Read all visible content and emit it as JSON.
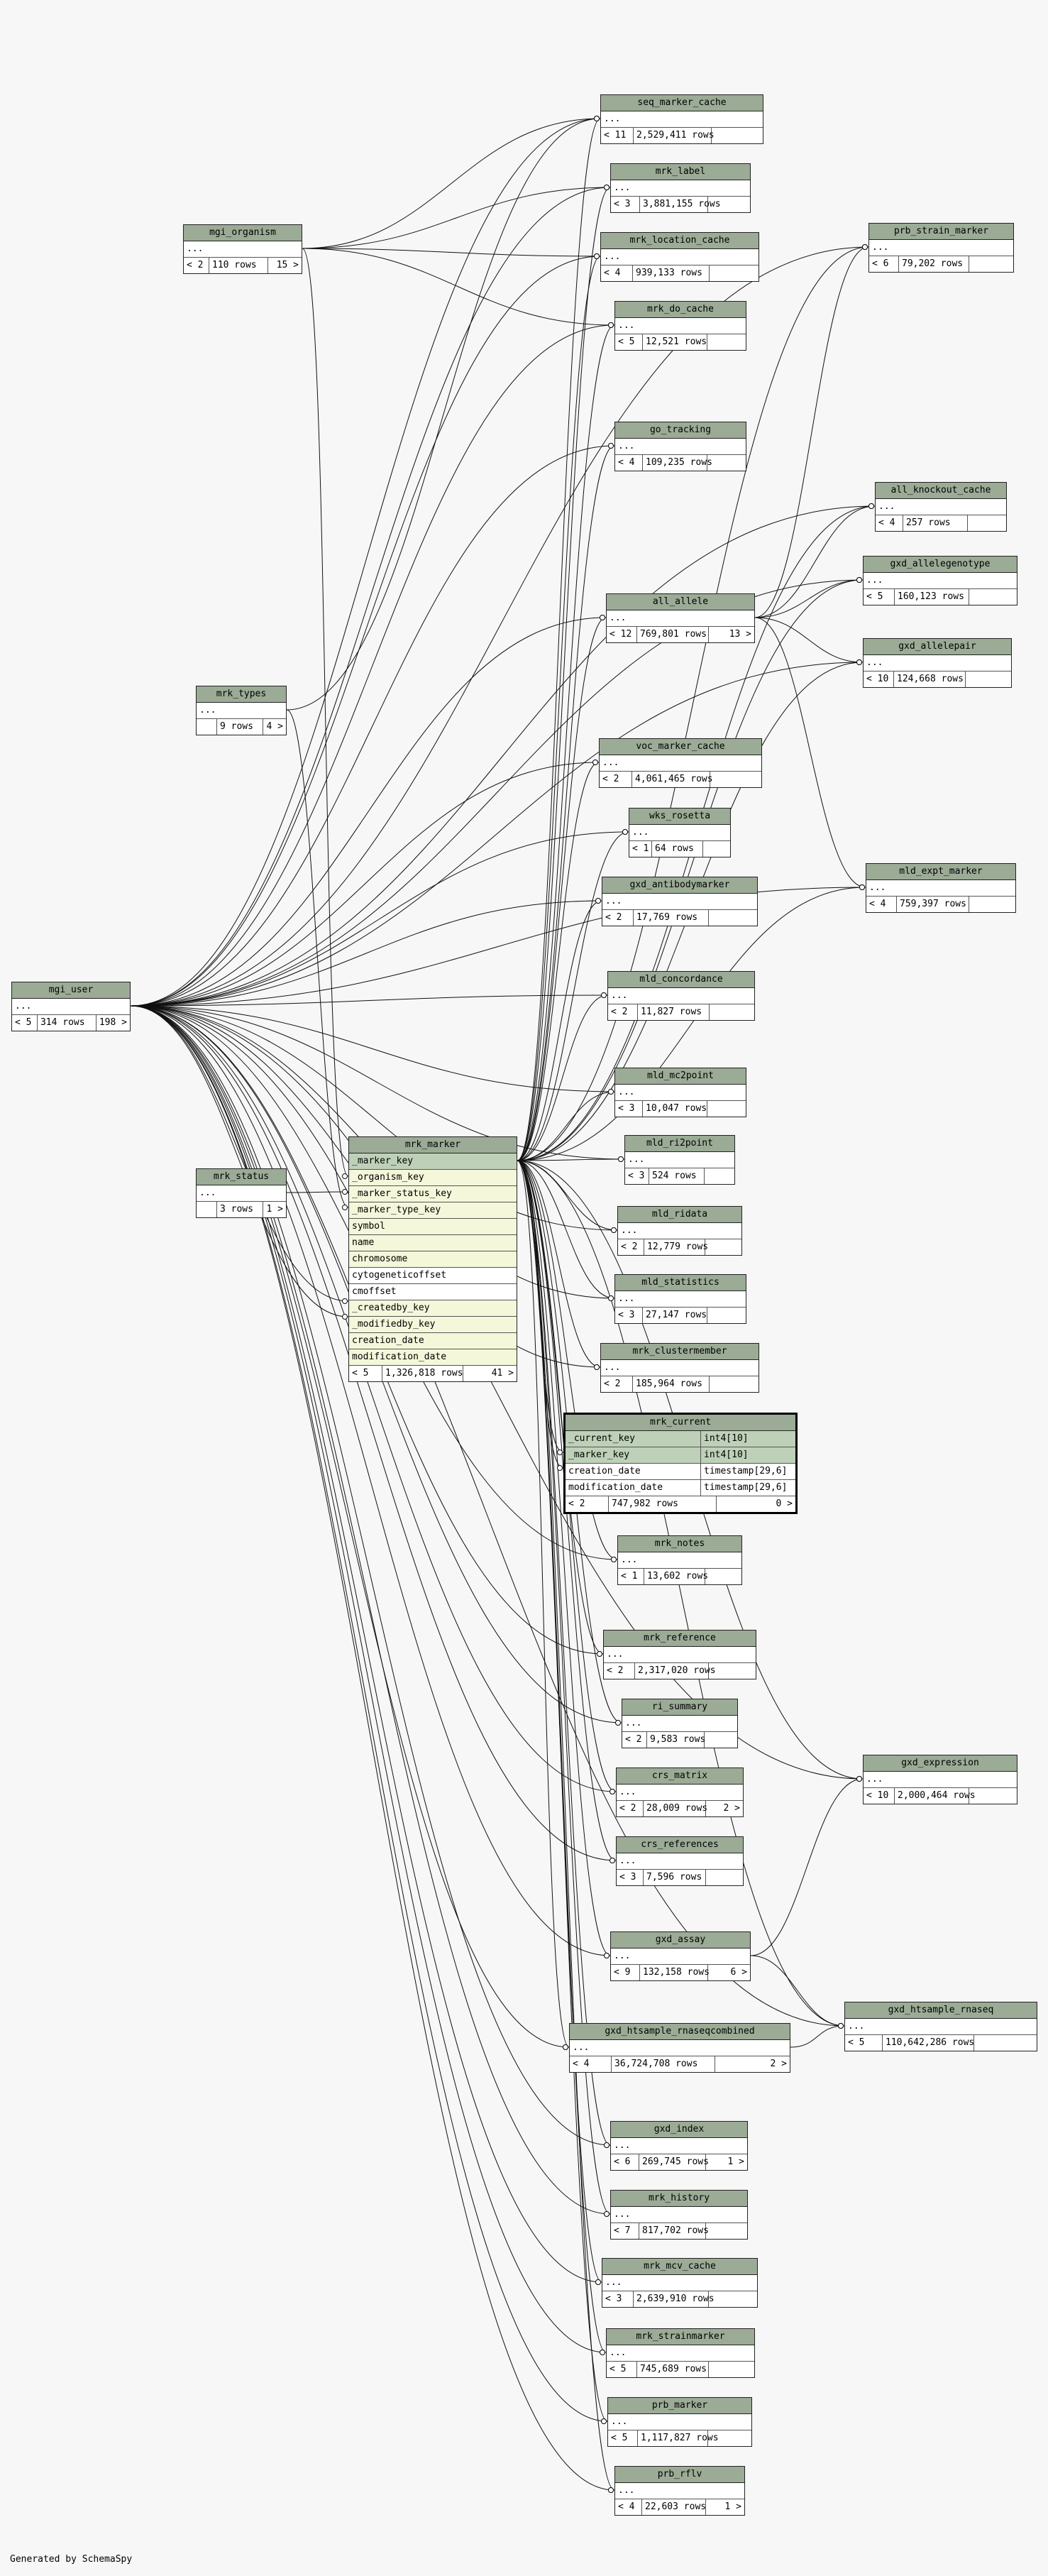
{
  "footer": "Generated by SchemaSpy",
  "tables": {
    "seq_marker_cache": {
      "name": "seq_marker_cache",
      "cols": "11",
      "rows": "2,529,411 rows",
      "kids": ""
    },
    "mrk_label": {
      "name": "mrk_label",
      "cols": "3",
      "rows": "3,881,155 rows",
      "kids": ""
    },
    "mgi_organism": {
      "name": "mgi_organism",
      "cols": "2",
      "rows": "110 rows",
      "kids": "15"
    },
    "mrk_location_cache": {
      "name": "mrk_location_cache",
      "cols": "4",
      "rows": "939,133 rows",
      "kids": ""
    },
    "prb_strain_marker": {
      "name": "prb_strain_marker",
      "cols": "6",
      "rows": "79,202 rows",
      "kids": ""
    },
    "mrk_do_cache": {
      "name": "mrk_do_cache",
      "cols": "5",
      "rows": "12,521 rows",
      "kids": ""
    },
    "go_tracking": {
      "name": "go_tracking",
      "cols": "4",
      "rows": "109,235 rows",
      "kids": ""
    },
    "all_knockout_cache": {
      "name": "all_knockout_cache",
      "cols": "4",
      "rows": "257 rows",
      "kids": ""
    },
    "gxd_allelegenotype": {
      "name": "gxd_allelegenotype",
      "cols": "5",
      "rows": "160,123 rows",
      "kids": ""
    },
    "all_allele": {
      "name": "all_allele",
      "cols": "12",
      "rows": "769,801 rows",
      "kids": "13"
    },
    "gxd_allelepair": {
      "name": "gxd_allelepair",
      "cols": "10",
      "rows": "124,668 rows",
      "kids": ""
    },
    "mrk_types": {
      "name": "mrk_types",
      "cols": "",
      "rows": "9 rows",
      "kids": "4"
    },
    "voc_marker_cache": {
      "name": "voc_marker_cache",
      "cols": "2",
      "rows": "4,061,465 rows",
      "kids": ""
    },
    "wks_rosetta": {
      "name": "wks_rosetta",
      "cols": "1",
      "rows": "64 rows",
      "kids": ""
    },
    "mld_expt_marker": {
      "name": "mld_expt_marker",
      "cols": "4",
      "rows": "759,397 rows",
      "kids": ""
    },
    "gxd_antibodymarker": {
      "name": "gxd_antibodymarker",
      "cols": "2",
      "rows": "17,769 rows",
      "kids": ""
    },
    "mld_concordance": {
      "name": "mld_concordance",
      "cols": "2",
      "rows": "11,827 rows",
      "kids": ""
    },
    "mgi_user": {
      "name": "mgi_user",
      "cols": "5",
      "rows": "314 rows",
      "kids": "198"
    },
    "mld_mc2point": {
      "name": "mld_mc2point",
      "cols": "3",
      "rows": "10,047 rows",
      "kids": ""
    },
    "mld_ri2point": {
      "name": "mld_ri2point",
      "cols": "3",
      "rows": "524 rows",
      "kids": ""
    },
    "mrk_status": {
      "name": "mrk_status",
      "cols": "",
      "rows": "3 rows",
      "kids": "1"
    },
    "mld_ridata": {
      "name": "mld_ridata",
      "cols": "2",
      "rows": "12,779 rows",
      "kids": ""
    },
    "mld_statistics": {
      "name": "mld_statistics",
      "cols": "3",
      "rows": "27,147 rows",
      "kids": ""
    },
    "mrk_clustermember": {
      "name": "mrk_clustermember",
      "cols": "2",
      "rows": "185,964 rows",
      "kids": ""
    },
    "mrk_notes": {
      "name": "mrk_notes",
      "cols": "1",
      "rows": "13,602 rows",
      "kids": ""
    },
    "mrk_reference": {
      "name": "mrk_reference",
      "cols": "2",
      "rows": "2,317,020 rows",
      "kids": ""
    },
    "ri_summary": {
      "name": "ri_summary",
      "cols": "2",
      "rows": "9,583 rows",
      "kids": ""
    },
    "gxd_expression": {
      "name": "gxd_expression",
      "cols": "10",
      "rows": "2,000,464 rows",
      "kids": ""
    },
    "crs_matrix": {
      "name": "crs_matrix",
      "cols": "2",
      "rows": "28,009 rows",
      "kids": "2"
    },
    "crs_references": {
      "name": "crs_references",
      "cols": "3",
      "rows": "7,596 rows",
      "kids": ""
    },
    "gxd_assay": {
      "name": "gxd_assay",
      "cols": "9",
      "rows": "132,158 rows",
      "kids": "6"
    },
    "gxd_htsample_rnaseq": {
      "name": "gxd_htsample_rnaseq",
      "cols": "5",
      "rows": "110,642,286 rows",
      "kids": ""
    },
    "gxd_htsample_rnaseqcombined": {
      "name": "gxd_htsample_rnaseqcombined",
      "cols": "4",
      "rows": "36,724,708 rows",
      "kids": "2"
    },
    "gxd_index": {
      "name": "gxd_index",
      "cols": "6",
      "rows": "269,745 rows",
      "kids": "1"
    },
    "mrk_history": {
      "name": "mrk_history",
      "cols": "7",
      "rows": "817,702 rows",
      "kids": ""
    },
    "mrk_mcv_cache": {
      "name": "mrk_mcv_cache",
      "cols": "3",
      "rows": "2,639,910 rows",
      "kids": ""
    },
    "mrk_strainmarker": {
      "name": "mrk_strainmarker",
      "cols": "5",
      "rows": "745,689 rows",
      "kids": ""
    },
    "prb_marker": {
      "name": "prb_marker",
      "cols": "5",
      "rows": "1,117,827 rows",
      "kids": ""
    },
    "prb_rflv": {
      "name": "prb_rflv",
      "cols": "4",
      "rows": "22,603 rows",
      "kids": "1"
    }
  },
  "ellipsis": "...",
  "mrk_marker": {
    "name": "mrk_marker",
    "columns": [
      "_marker_key",
      "_organism_key",
      "_marker_status_key",
      "_marker_type_key",
      "symbol",
      "name",
      "chromosome",
      "cytogeneticoffset",
      "cmoffset",
      "_createdby_key",
      "_modifiedby_key",
      "creation_date",
      "modification_date"
    ],
    "cols": "5",
    "rows": "1,326,818 rows",
    "kids": "41"
  },
  "mrk_current": {
    "name": "mrk_current",
    "columns": [
      {
        "name": "_current_key",
        "type": "int4[10]"
      },
      {
        "name": "_marker_key",
        "type": "int4[10]"
      },
      {
        "name": "creation_date",
        "type": "timestamp[29,6]"
      },
      {
        "name": "modification_date",
        "type": "timestamp[29,6]"
      }
    ],
    "cols": "2",
    "rows": "747,982 rows",
    "kids": "0"
  },
  "colors": {
    "header": "#9bab96",
    "pk": "#bed1b8",
    "fk": "#f4f7da",
    "background": "#f7f7f7"
  }
}
